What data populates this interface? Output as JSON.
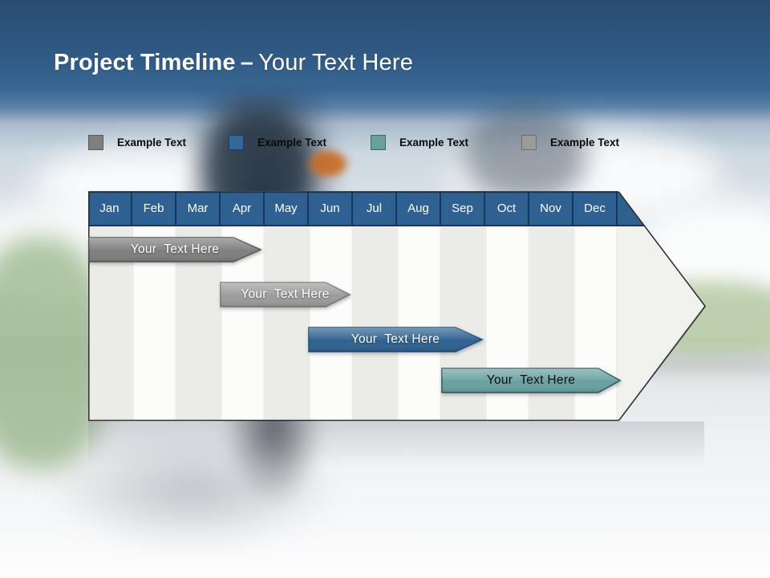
{
  "slide": {
    "title": {
      "bold": "Project Timeline",
      "dash": "–",
      "light": "Your Text Here"
    }
  },
  "legend": {
    "items": [
      {
        "label": "Example Text",
        "color": "#7f7f7f",
        "border": "#5a5a5a"
      },
      {
        "label": "Example Text",
        "color": "#33689a",
        "border": "#1f3b63"
      },
      {
        "label": "Example Text",
        "color": "#68a09a",
        "border": "#3f6b66"
      },
      {
        "label": "Example Text",
        "color": "#9b9b9b",
        "border": "#6e6e6e"
      }
    ]
  },
  "timeline": {
    "months": [
      "Jan",
      "Feb",
      "Mar",
      "Apr",
      "May",
      "Jun",
      "Jul",
      "Aug",
      "Sep",
      "Oct",
      "Nov",
      "Dec"
    ],
    "header_color": "#2e6191",
    "header_border_color": "#17375e",
    "bars": [
      {
        "label": "Your  Text Here",
        "color": "#7f7f7f",
        "border": "#585858",
        "text_color": "#ffffff",
        "start": "Jan",
        "end": "Apr"
      },
      {
        "label": "Your  Text Here",
        "color": "#9c9c9c",
        "border": "#787878",
        "text_color": "#ffffff",
        "start": "Apr",
        "end": "Jun"
      },
      {
        "label": "Your  Text Here",
        "color": "#2e6191",
        "border": "#1f4e79",
        "text_color": "#ffffff",
        "start": "Jun",
        "end": "Sep"
      },
      {
        "label": "Your  Text Here",
        "color": "#6aa0a0",
        "border": "#2f5f5f",
        "text_color": "#0d0d0d",
        "start": "Sep",
        "end": "Dec"
      }
    ]
  }
}
